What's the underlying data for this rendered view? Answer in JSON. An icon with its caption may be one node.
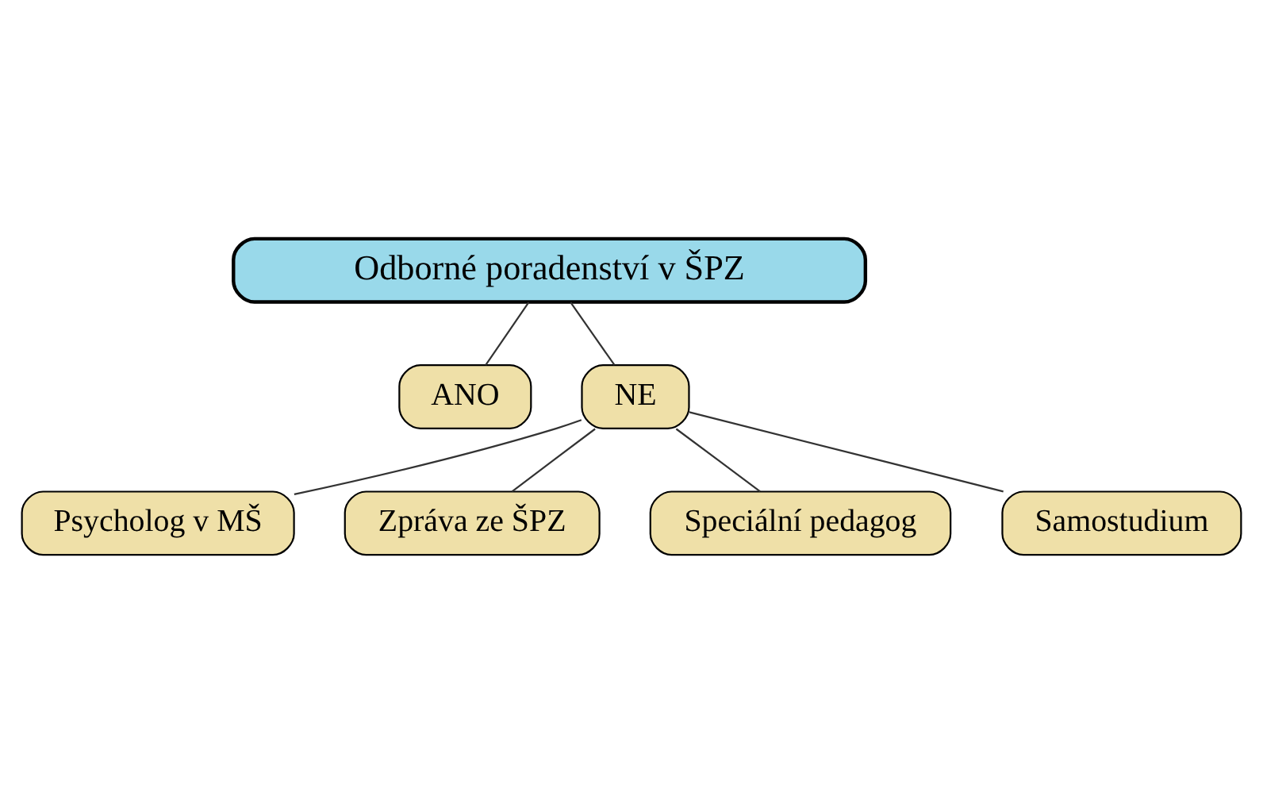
{
  "diagram": {
    "nodes": [
      {
        "text": [
          "Odborné poradenství v ŠPZ"
        ]
      },
      {
        "text": [
          "ANO"
        ]
      },
      {
        "text": [
          "NE"
        ]
      },
      {
        "text": [
          "Psycholog v MŠ"
        ]
      },
      {
        "text": [
          "Zpráva ze ŠPZ"
        ]
      },
      {
        "text": [
          "Speciální pedagog"
        ]
      },
      {
        "text": [
          "Samostudium"
        ]
      }
    ],
    "edges": [
      {
        "from": 0,
        "to": 1,
        "arrow": "none"
      },
      {
        "from": 0,
        "to": 2,
        "arrow": "none"
      },
      {
        "from": 2,
        "to": 3,
        "arrow": "none"
      },
      {
        "from": 2,
        "to": 4,
        "arrow": "none"
      },
      {
        "from": 2,
        "to": 5,
        "arrow": "none"
      },
      {
        "from": 2,
        "to": 6,
        "arrow": "none"
      }
    ]
  }
}
